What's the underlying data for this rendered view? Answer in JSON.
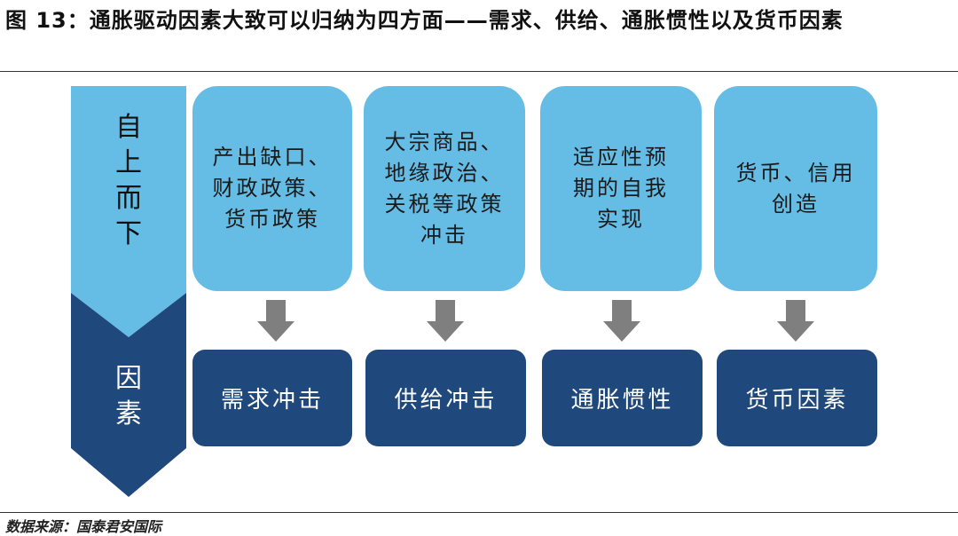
{
  "title": "图 13：通胀驱动因素大致可以归纳为四方面——需求、供给、通胀惯性以及货币因素",
  "left_top": [
    "自",
    "上",
    "而",
    "下"
  ],
  "left_bottom": [
    "因",
    "素"
  ],
  "drivers": [
    {
      "cause": "产出缺口、财政政策、货币政策",
      "factor": "需求冲击"
    },
    {
      "cause": "大宗商品、地缘政治、关税等政策冲击",
      "factor": "供给冲击"
    },
    {
      "cause": "适应性预期的自我实现",
      "factor": "通胀惯性"
    },
    {
      "cause": "货币、信用创造",
      "factor": "货币因素"
    }
  ],
  "source": "数据来源：国泰君安国际",
  "colors": {
    "light": "#65bde6",
    "dark": "#1f497d",
    "arrow": "#7f7f7f"
  }
}
